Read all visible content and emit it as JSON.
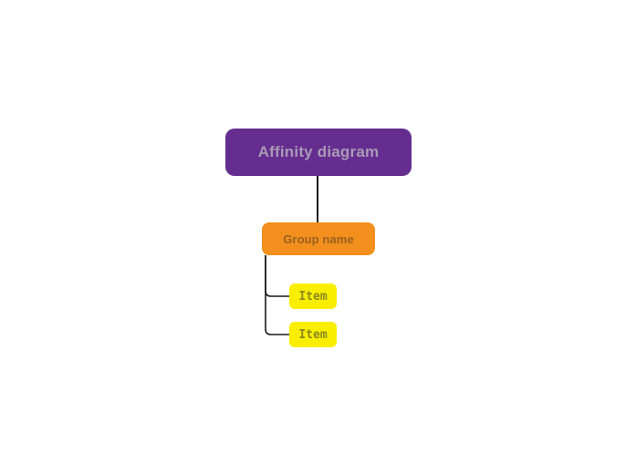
{
  "diagram": {
    "type": "affinity-diagram-tree",
    "background_color": "#ffffff",
    "root": {
      "label": "Affinity diagram",
      "fill": "#662D91",
      "text_color": "#A99BB5"
    },
    "group": {
      "label": "Group name",
      "fill": "#F3901D",
      "text_color": "#9B6020"
    },
    "items": [
      {
        "label": "Item",
        "fill": "#FAEE00",
        "text_color": "#8A8A1E"
      },
      {
        "label": "Item",
        "fill": "#FAEE00",
        "text_color": "#8A8A1E"
      }
    ],
    "edge_color": "#1A1A1A"
  }
}
